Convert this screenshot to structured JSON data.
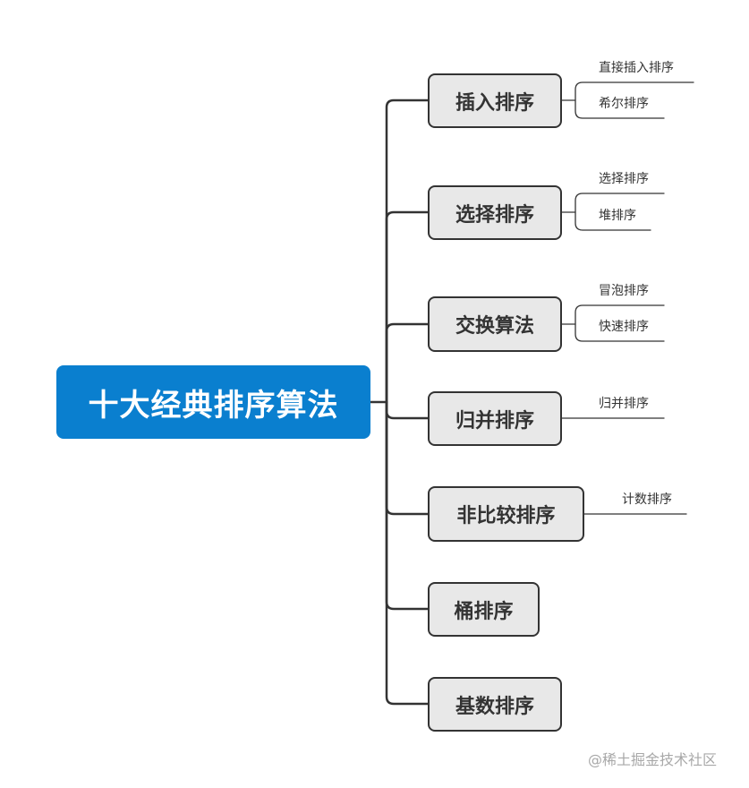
{
  "diagram": {
    "central": {
      "label": "十大经典排序算法"
    },
    "branches": [
      {
        "label": "插入排序",
        "children": [
          "直接插入排序",
          "希尔排序"
        ]
      },
      {
        "label": "选择排序",
        "children": [
          "选择排序",
          "堆排序"
        ]
      },
      {
        "label": "交换算法",
        "children": [
          "冒泡排序",
          "快速排序"
        ]
      },
      {
        "label": "归并排序",
        "children": [
          "归并排序"
        ]
      },
      {
        "label": "非比较排序",
        "children": [
          "计数排序"
        ]
      },
      {
        "label": "桶排序",
        "children": []
      },
      {
        "label": "基数排序",
        "children": []
      }
    ]
  },
  "watermark": "@稀土掘金技术社区",
  "colors": {
    "central_fill": "#0a7fcf",
    "central_text": "#ffffff",
    "branch_fill": "#e8e8e8",
    "branch_border": "#333333",
    "line": "#333333",
    "watermark": "#a8a8a8"
  }
}
